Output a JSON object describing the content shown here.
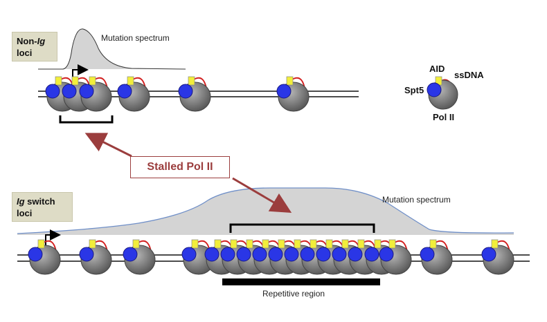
{
  "labels": {
    "non_ig_prefix": "Non-",
    "non_ig_italic": "Ig",
    "non_ig_suffix": "loci",
    "ig_italic": "Ig",
    "ig_suffix1": " switch",
    "ig_suffix2": "loci"
  },
  "mutation_spectrum_top": "Mutation spectrum",
  "mutation_spectrum_bottom": "Mutation spectrum",
  "legend": {
    "aid": "AID",
    "ssdna": "ssDNA",
    "spt5": "Spt5",
    "pol2": "Pol II"
  },
  "stalled_label": "Stalled Pol II",
  "repetitive_label": "Repetitive region",
  "colors": {
    "pol_gray": "#7a7a7a",
    "spt5_blue": "#2a36e6",
    "aid_yellow": "#f2ee3a",
    "ssdna_red": "#d22020",
    "spectrum_fill": "#d4d4d4",
    "arrow_maroon": "#9b3d3d",
    "curve_blue": "#6f8fc8"
  }
}
